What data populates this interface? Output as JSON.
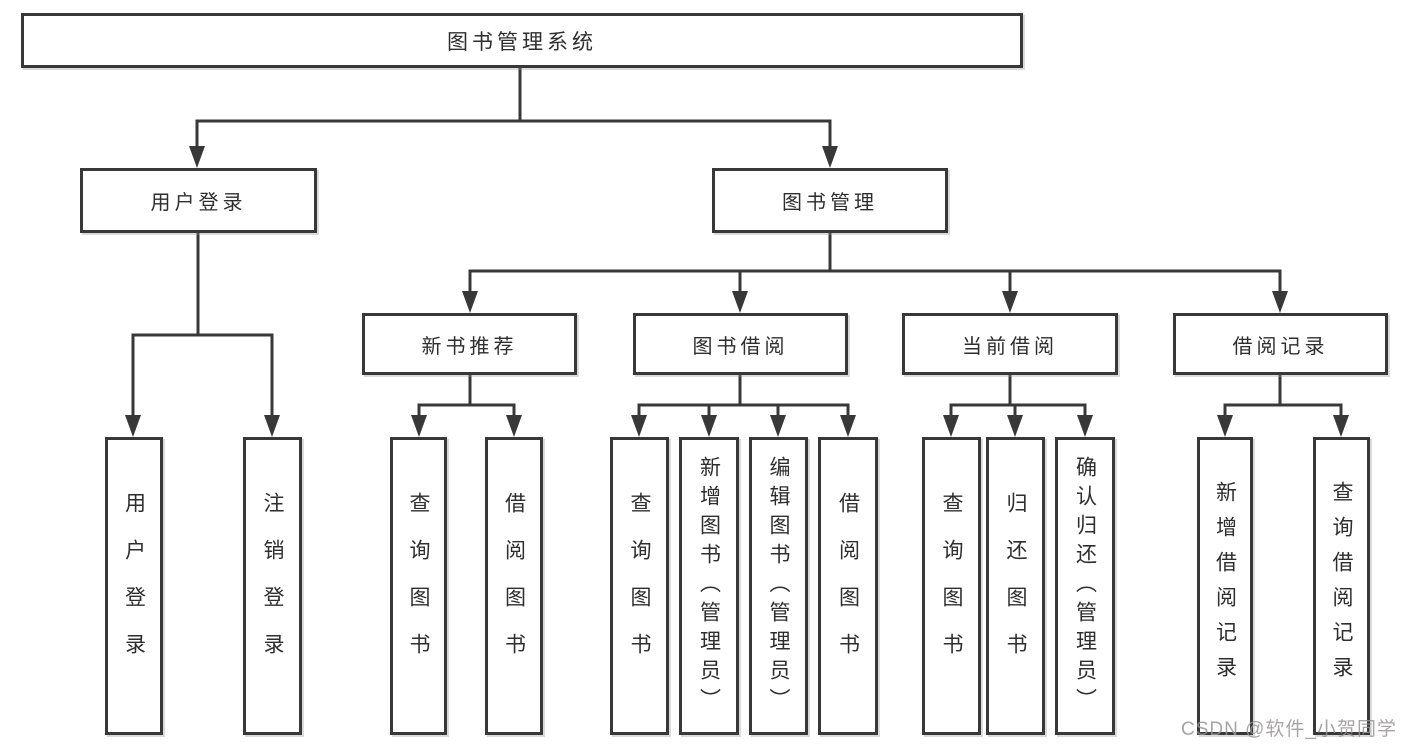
{
  "diagram": {
    "title": "图书管理系统",
    "branches": [
      {
        "label": "用户登录",
        "leaves": [
          "用户登录",
          "注销登录"
        ]
      },
      {
        "label": "图书管理",
        "sections": [
          {
            "label": "新书推荐",
            "leaves": [
              "查询图书",
              "借阅图书"
            ]
          },
          {
            "label": "图书借阅",
            "leaves": [
              "查询图书",
              "新增图书（管理员）",
              "编辑图书（管理员）",
              "借阅图书"
            ]
          },
          {
            "label": "当前借阅",
            "leaves": [
              "查询图书",
              "归还图书",
              "确认归还（管理员）"
            ]
          },
          {
            "label": "借阅记录",
            "leaves": [
              "新增借阅记录",
              "查询借阅记录"
            ]
          }
        ]
      }
    ]
  },
  "colors": {
    "line": "#383838",
    "box_border": "#383838",
    "text": "#2e2e2e",
    "watermark": "#989494",
    "background": "#ffffff"
  },
  "watermark": {
    "text": "CSDN @软件_小贺同学"
  }
}
